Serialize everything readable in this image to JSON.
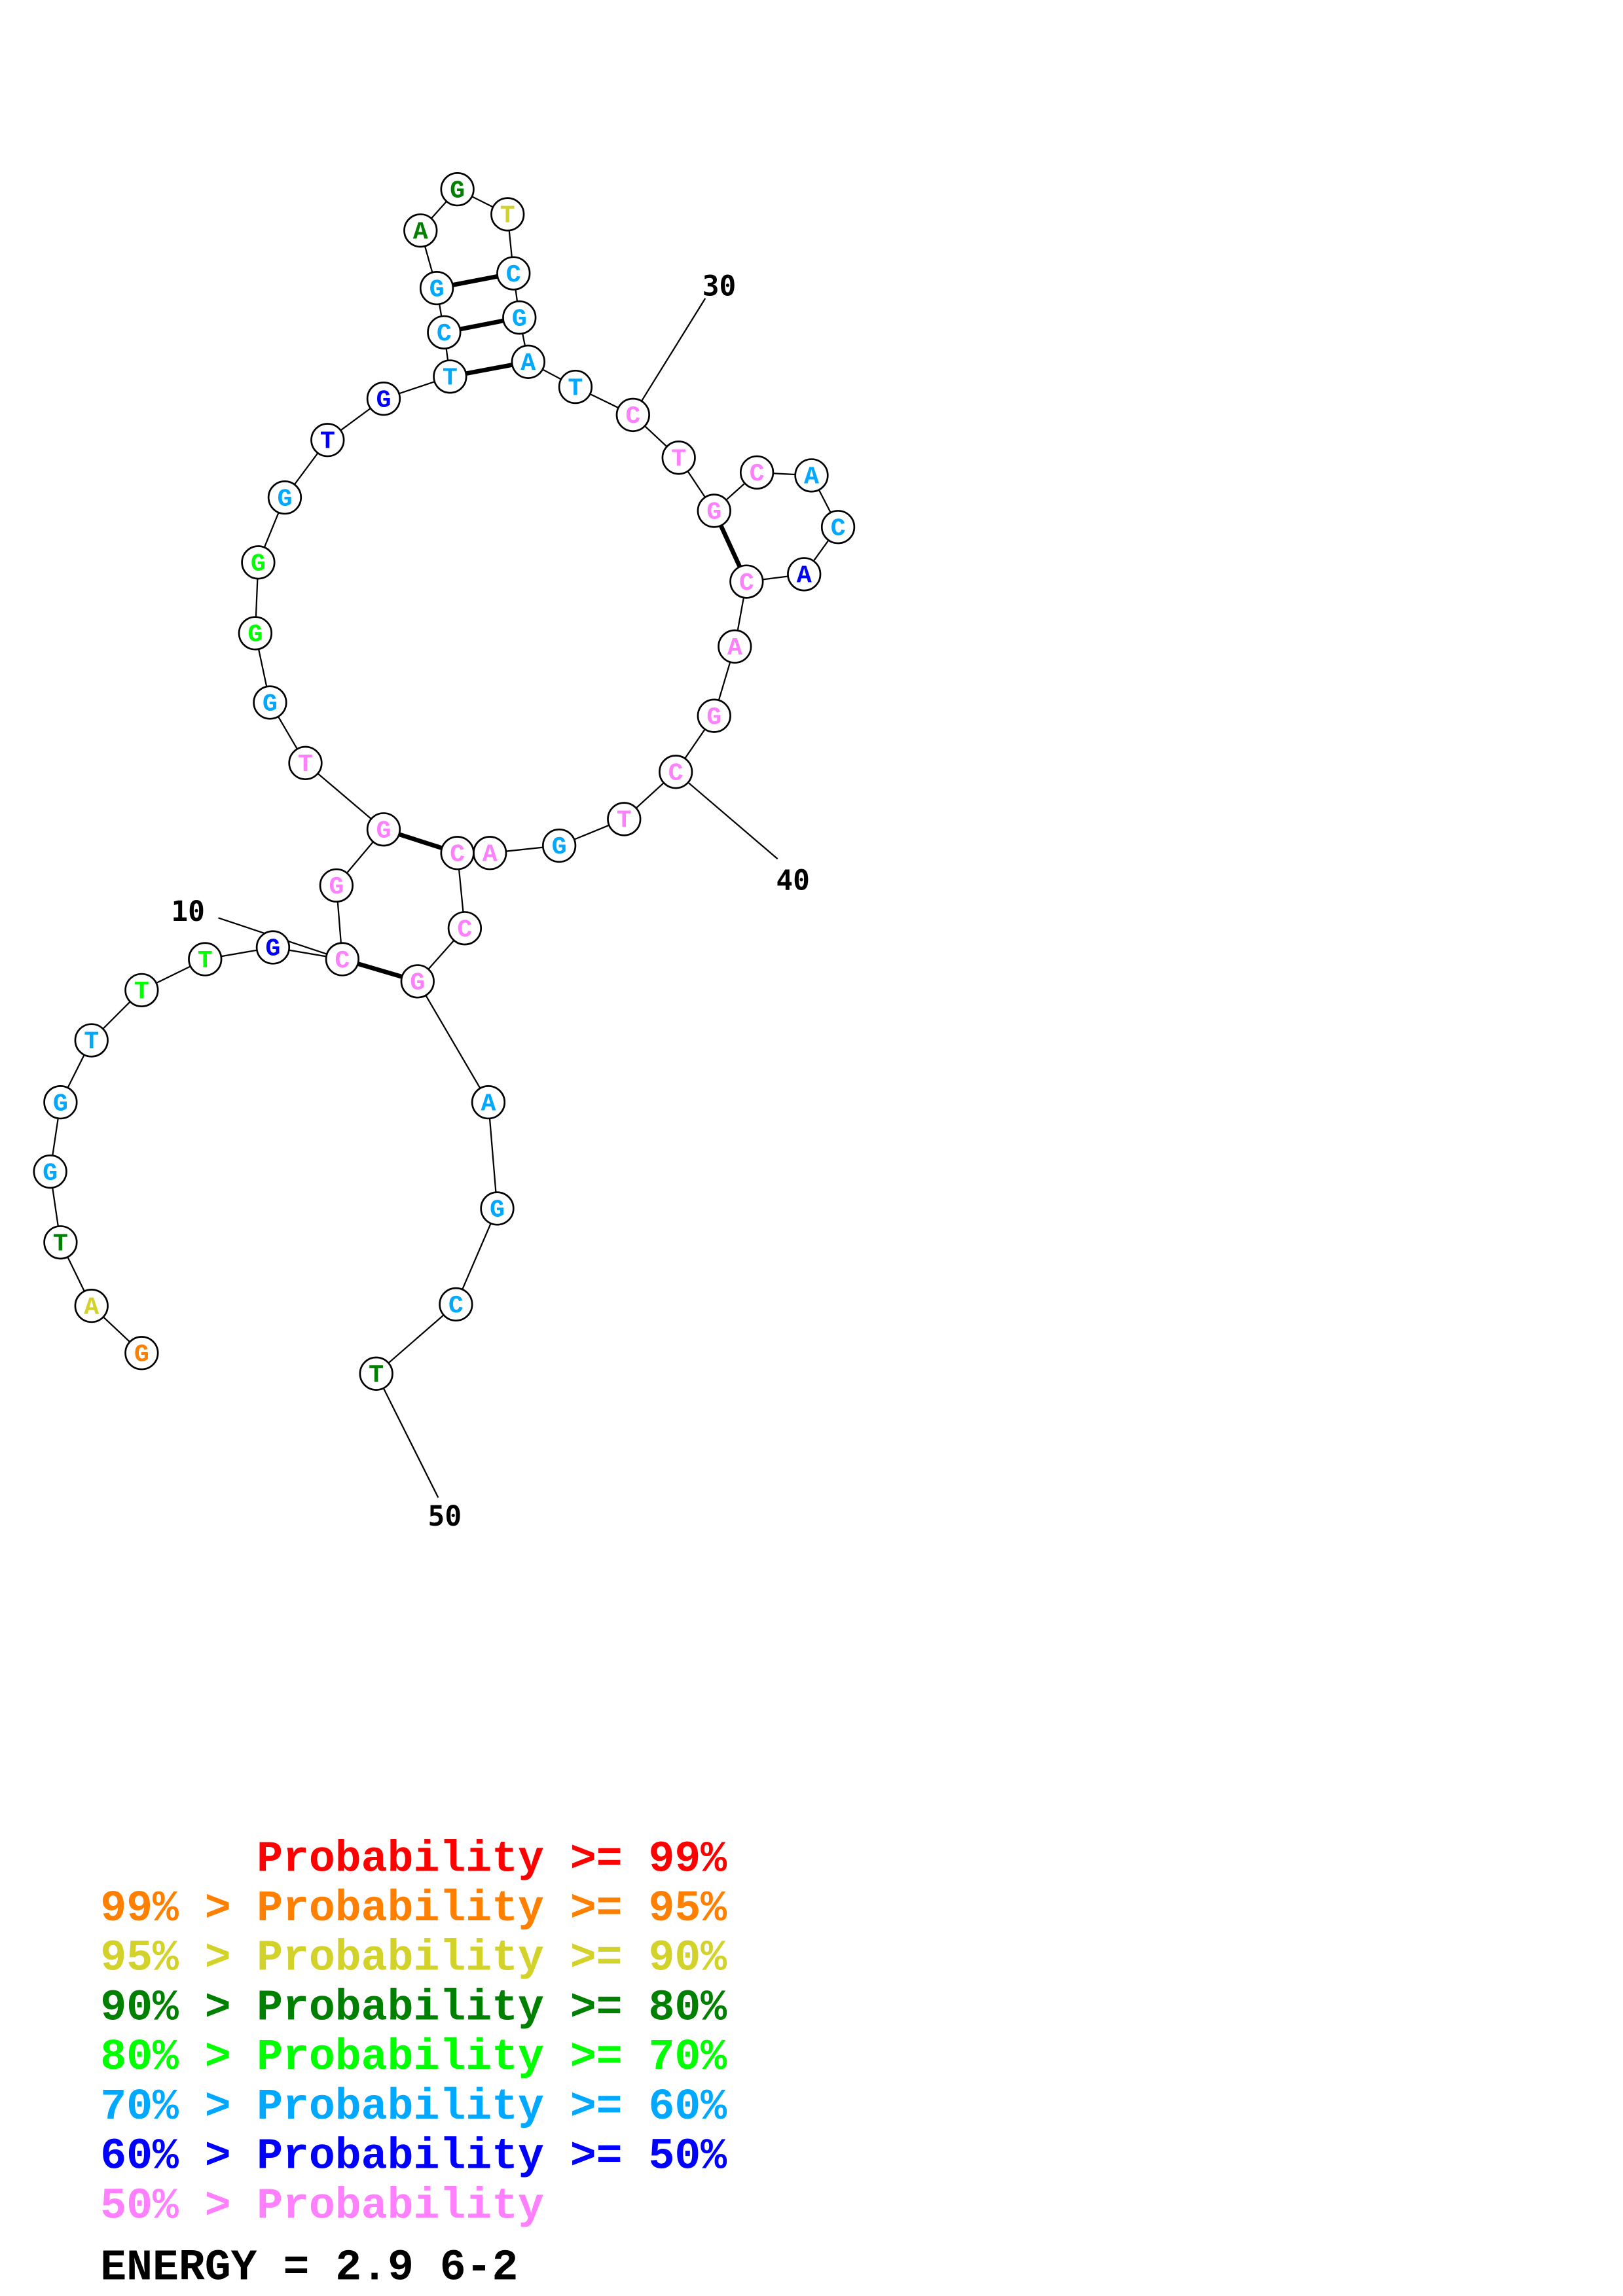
{
  "sequence": [
    "G",
    "A",
    "T",
    "G",
    "G",
    "T",
    "T",
    "T",
    "G",
    "C",
    "G",
    "G",
    "T",
    "G",
    "G",
    "G",
    "G",
    "T",
    "G",
    "T",
    "C",
    "G",
    "A",
    "G",
    "T",
    "C",
    "G",
    "A",
    "T",
    "C",
    "T",
    "G",
    "C",
    "A",
    "C",
    "A",
    "C",
    "A",
    "G",
    "C",
    "T",
    "G",
    "A",
    "C",
    "C",
    "G",
    "A",
    "G",
    "C",
    "T"
  ],
  "probability_class": [
    "p95",
    "p90",
    "p80",
    "p60",
    "p60",
    "p60",
    "p70",
    "p70",
    "p50",
    "plow",
    "plow",
    "plow",
    "plow",
    "p60",
    "p70",
    "p70",
    "p60",
    "p50",
    "p50",
    "p60",
    "p60",
    "p60",
    "p80",
    "p80",
    "p90",
    "p60",
    "p60",
    "p60",
    "p60",
    "plow",
    "plow",
    "plow",
    "plow",
    "p60",
    "p60",
    "p50",
    "plow",
    "plow",
    "plow",
    "plow",
    "plow",
    "p60",
    "plow",
    "plow",
    "plow",
    "plow",
    "p60",
    "p60",
    "p60",
    "p80"
  ],
  "base_pairs": [
    [
      10,
      46
    ],
    [
      12,
      44
    ],
    [
      20,
      28
    ],
    [
      21,
      27
    ],
    [
      22,
      26
    ],
    [
      32,
      37
    ]
  ],
  "position_labels": [
    {
      "index": 10,
      "text": "10"
    },
    {
      "index": 30,
      "text": "30"
    },
    {
      "index": 40,
      "text": "40"
    },
    {
      "index": 50,
      "text": "50"
    }
  ],
  "colors": {
    "p99": "#ff0000",
    "p95": "#ff8000",
    "p90": "#d2d22a",
    "p80": "#008000",
    "p70": "#00ff00",
    "p60": "#00a8ff",
    "p50": "#0000ff",
    "plow": "#ff80ff"
  },
  "legend": [
    {
      "prefix": "",
      "label": "Probability >= 99%",
      "cls": "p99"
    },
    {
      "prefix": "99% >",
      "label": "Probability >= 95%",
      "cls": "p95"
    },
    {
      "prefix": "95% >",
      "label": "Probability >= 90%",
      "cls": "p90"
    },
    {
      "prefix": "90% >",
      "label": "Probability >= 80%",
      "cls": "p80"
    },
    {
      "prefix": "80% >",
      "label": "Probability >= 70%",
      "cls": "p70"
    },
    {
      "prefix": "70% >",
      "label": "Probability >= 60%",
      "cls": "p60"
    },
    {
      "prefix": "60% >",
      "label": "Probability >= 50%",
      "cls": "p50"
    },
    {
      "prefix": "50% >",
      "label": "Probability",
      "cls": "plow"
    }
  ],
  "energy_text": "ENERGY = 2.9  6-2"
}
